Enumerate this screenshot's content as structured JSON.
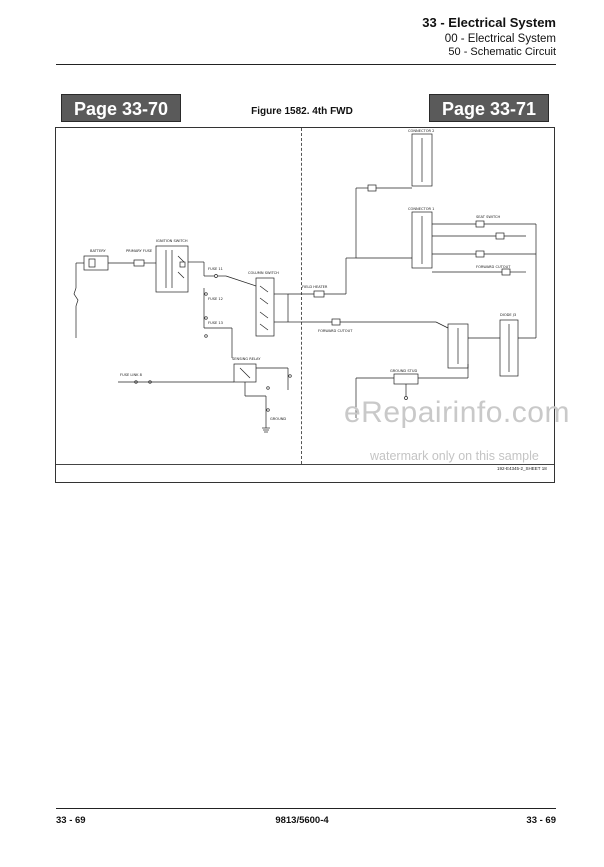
{
  "header": {
    "chapter": "33 - Electrical System",
    "section": "00 - Electrical System",
    "subsection": "50 - Schematic Circuit"
  },
  "tabs": {
    "left": "Page 33-70",
    "right": "Page 33-71"
  },
  "figure": {
    "title": "Figure 1582. 4th FWD",
    "drawing_number": "192-E4345-2_SHEET 18"
  },
  "watermark": {
    "logo": "eRepairinfo.com",
    "note": "watermark only on this sample"
  },
  "footer": {
    "left_page": "33 - 69",
    "doc_number": "9813/5600-4",
    "right_page": "33 - 69"
  },
  "colors": {
    "tab_bg": "#5a5a5a",
    "tab_text": "#ffffff",
    "watermark": "#c9c9c9"
  }
}
